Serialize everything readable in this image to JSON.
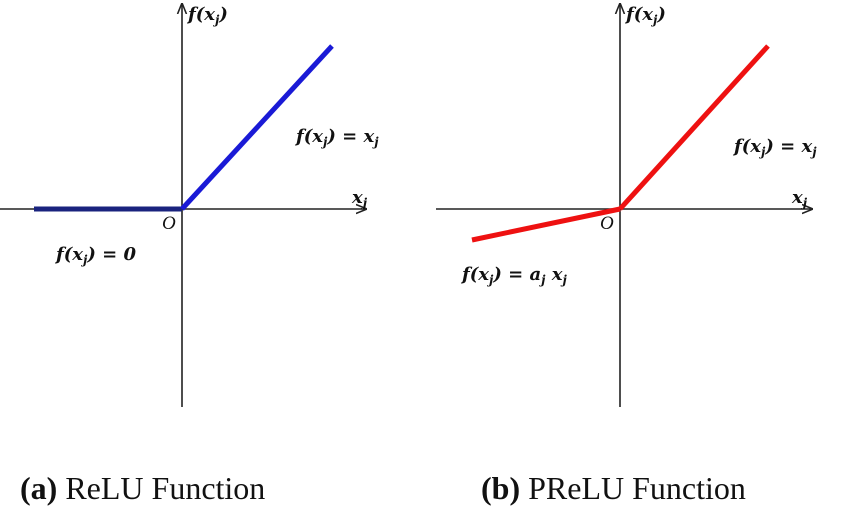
{
  "panels": [
    {
      "caption_tag": "(a)",
      "caption_text": "ReLU Function",
      "y_axis_label": "f(x_j)",
      "x_axis_label": "x_j",
      "origin_label": "O",
      "positive_label": "f(x_j) = x_j",
      "negative_label": "f(x_j) = 0",
      "positive_color": "#1a1ad6",
      "negative_color": "#1a237e"
    },
    {
      "caption_tag": "(b)",
      "caption_text": "PReLU Function",
      "y_axis_label": "f(x_j)",
      "x_axis_label": "x_j",
      "origin_label": "O",
      "positive_label": "f(x_j) = x_j",
      "negative_label": "f(x_j) = a_j x_j",
      "positive_color": "#ee1111",
      "negative_color": "#ee1111"
    }
  ]
}
